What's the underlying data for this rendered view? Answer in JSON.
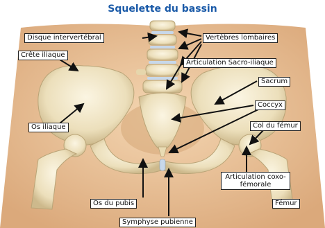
{
  "title": "Squelette du bassin",
  "labels": {
    "disque": "Disque intervertébral",
    "vertebres": "Vertèbres lombaires",
    "crete": "Crête iliaque",
    "articulation_sacro": "Articulation Sacro-iliaque",
    "sacrum": "Sacrum",
    "coccyx": "Coccyx",
    "os_iliaque": "Os iliaque",
    "col_femur": "Col du fémur",
    "articulation_coxo": "Articulation coxo-fémorale",
    "os_pubis": "Os du pubis",
    "femur": "Fémur",
    "symphyse": "Symphyse pubienne"
  },
  "colors": {
    "title": "#1a5aa8",
    "bone": "#f2e8c8",
    "bone_shade": "#cbb888",
    "skin": "#e9c29a",
    "disc": "#c8d8ea",
    "arrow": "#111111"
  }
}
